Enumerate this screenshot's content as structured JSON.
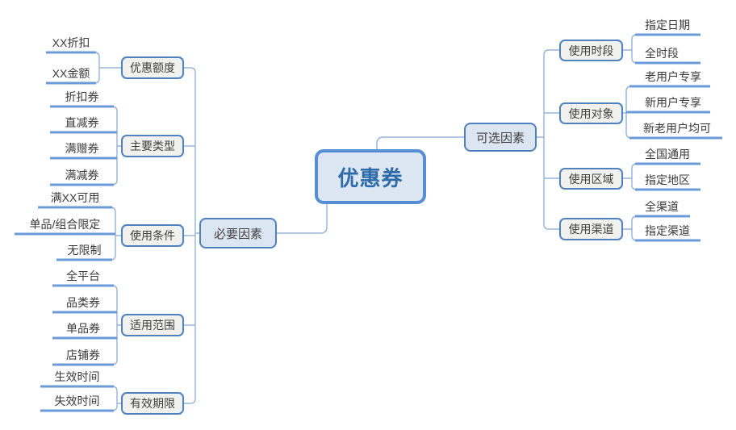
{
  "root": {
    "label": "优惠券"
  },
  "left_branch": {
    "label": "必要因素",
    "groups": [
      {
        "label": "优惠额度",
        "children": [
          {
            "label": "XX折扣"
          },
          {
            "label": "XX金额"
          }
        ]
      },
      {
        "label": "主要类型",
        "children": [
          {
            "label": "折扣券"
          },
          {
            "label": "直减券"
          },
          {
            "label": "满赠券"
          },
          {
            "label": "满减券"
          }
        ]
      },
      {
        "label": "使用条件",
        "children": [
          {
            "label": "满XX可用"
          },
          {
            "label": "单品/组合限定"
          },
          {
            "label": "无限制"
          }
        ]
      },
      {
        "label": "适用范围",
        "children": [
          {
            "label": "全平台"
          },
          {
            "label": "品类券"
          },
          {
            "label": "单品券"
          },
          {
            "label": "店铺券"
          }
        ]
      },
      {
        "label": "有效期限",
        "children": [
          {
            "label": "生效时间"
          },
          {
            "label": "失效时间"
          }
        ]
      }
    ]
  },
  "right_branch": {
    "label": "可选因素",
    "groups": [
      {
        "label": "使用时段",
        "children": [
          {
            "label": "指定日期"
          },
          {
            "label": "全时段"
          }
        ]
      },
      {
        "label": "使用对象",
        "children": [
          {
            "label": "老用户专享"
          },
          {
            "label": "新用户专享"
          },
          {
            "label": "新老用户均可"
          }
        ]
      },
      {
        "label": "使用区域",
        "children": [
          {
            "label": "全国通用"
          },
          {
            "label": "指定地区"
          }
        ]
      },
      {
        "label": "使用渠道",
        "children": [
          {
            "label": "全渠道"
          },
          {
            "label": "指定渠道"
          }
        ]
      }
    ]
  },
  "colors": {
    "accent_border": "#4f81bd",
    "root_border": "#558ed5",
    "root_fill": "#dce7f3",
    "root_text": "#2e6ba8",
    "branch_fill": "#dce6f2",
    "topic_fill": "#f1f1f0",
    "connector_line": "#95b3d7",
    "leaf_underline": "#6a9bd8",
    "text": "#404040"
  }
}
